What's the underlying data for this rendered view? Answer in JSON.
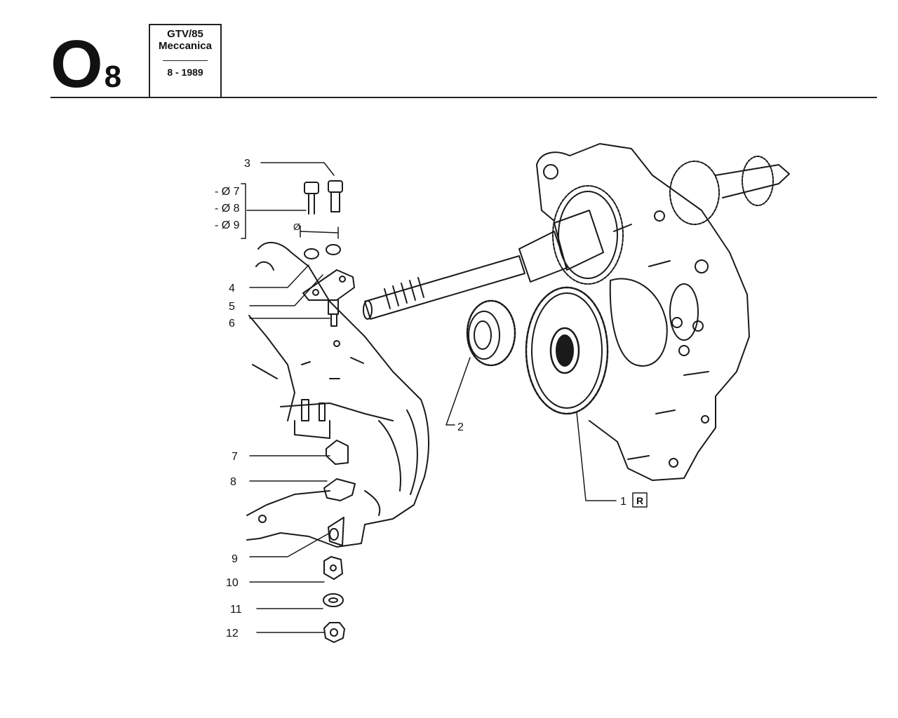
{
  "header": {
    "section_letter": "O",
    "section_number": "8",
    "model": "GTV/85",
    "group": "Meccanica",
    "date": "8 - 1989"
  },
  "callouts": [
    {
      "id": "1",
      "label": "1"
    },
    {
      "id": "2",
      "label": "2"
    },
    {
      "id": "3",
      "label": "3"
    },
    {
      "id": "4",
      "label": "4"
    },
    {
      "id": "5",
      "label": "5"
    },
    {
      "id": "6",
      "label": "6"
    },
    {
      "id": "7",
      "label": "7"
    },
    {
      "id": "8",
      "label": "8"
    },
    {
      "id": "9",
      "label": "9"
    },
    {
      "id": "10",
      "label": "10"
    },
    {
      "id": "11",
      "label": "11"
    },
    {
      "id": "12",
      "label": "12"
    }
  ],
  "bracket_variants": [
    "- Ø 7",
    "- Ø 8",
    "- Ø 9"
  ],
  "diameter_symbol": "Ø",
  "r_badge": "R"
}
